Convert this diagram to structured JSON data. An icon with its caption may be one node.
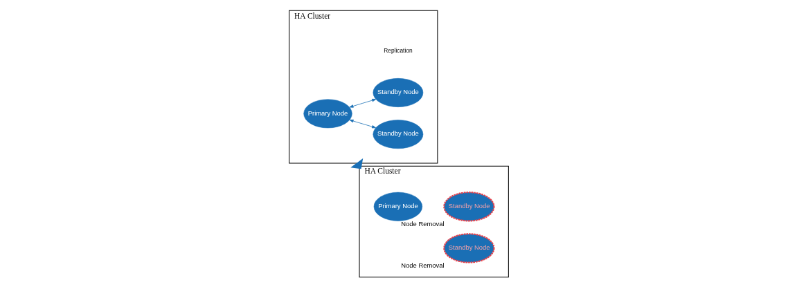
{
  "diagram": {
    "nodes": [
      {
        "text": [
          "HA Cluster"
        ]
      },
      {
        "text": [
          "Primary Node"
        ],
        "in": 0
      },
      {
        "text": [
          "Standby Node"
        ],
        "in": 0
      },
      {
        "text": [
          "Standby Node"
        ],
        "in": 0
      },
      {
        "text": [
          "HA Cluster"
        ]
      },
      {
        "text": [
          "Primary Node"
        ],
        "in": 4
      },
      {
        "text": [
          "Standby Node"
        ],
        "in": 4,
        "beside": [
          "Node Removal"
        ]
      },
      {
        "text": [
          "Standby Node"
        ],
        "in": 4,
        "beside": [
          "Node Removal"
        ]
      }
    ],
    "edges": [
      {
        "from": 1,
        "to": 2,
        "arrow": "both"
      },
      {
        "from": 1,
        "to": 3,
        "arrow": "both"
      },
      {
        "from": 0,
        "to": 4,
        "arrow": "to",
        "style": "thick"
      }
    ],
    "labels": [
      "Replication"
    ]
  }
}
